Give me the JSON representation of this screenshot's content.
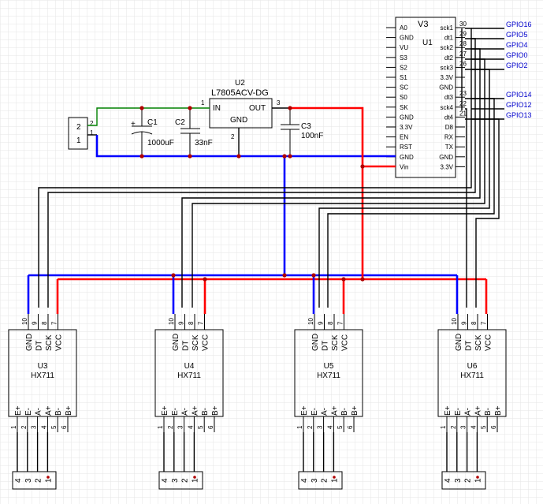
{
  "grid_color": "#e6e6e6",
  "wire_colors": {
    "gnd": "#0000ff",
    "vcc": "#ff0000",
    "signal": "#000000",
    "input": "#008000",
    "gpio_label": "#0000cc"
  },
  "u1": {
    "version": "V3",
    "ref": "U1",
    "left_pins": [
      "A0",
      "GND",
      "VU",
      "S3",
      "S2",
      "S1",
      "SC",
      "S0",
      "SK",
      "GND",
      "3.3V",
      "EN",
      "RST",
      "GND",
      "Vin"
    ],
    "right_pins": [
      "sck1",
      "dt1",
      "sck2",
      "dt2",
      "sck3",
      "3.3V",
      "GND",
      "dt3",
      "sck4",
      "dt4",
      "D8",
      "RX",
      "TX",
      "GND",
      "3.3V"
    ],
    "right_numbers": [
      "30",
      "29",
      "28",
      "27",
      "26",
      "",
      "",
      "23",
      "22",
      "21",
      "",
      "",
      "",
      "",
      ""
    ],
    "gpio_labels": [
      "GPIO16",
      "GPIO5",
      "GPIO4",
      "GPIO0",
      "GPIO2",
      "GPIO14",
      "GPIO12",
      "GPIO13"
    ]
  },
  "u2": {
    "ref": "U2",
    "part": "L7805ACV-DG",
    "pin_in": "IN",
    "pin_out": "OUT",
    "pin_gnd": "GND",
    "num_in": "1",
    "num_out": "3",
    "num_gnd": "2"
  },
  "c1": {
    "ref": "C1",
    "value": "1000uF",
    "polarity": "+"
  },
  "c2": {
    "ref": "C2",
    "value": "33nF"
  },
  "c3": {
    "ref": "C3",
    "value": "100nF"
  },
  "conn_power": {
    "pin_top": "2",
    "pin_bottom": "1",
    "num_top": "2",
    "num_bottom": "1"
  },
  "hx711_top_pins": [
    "GND",
    "DT",
    "SCK",
    "VCC"
  ],
  "hx711_top_numbers": [
    "10",
    "9",
    "8",
    "7"
  ],
  "hx711_bottom_pins": [
    "E+",
    "E-",
    "A-",
    "A+",
    "B-",
    "B+"
  ],
  "hx711_bottom_numbers": [
    "1",
    "2",
    "3",
    "4",
    "5",
    "6"
  ],
  "hx711_modules": [
    {
      "ref": "U3",
      "part": "HX711"
    },
    {
      "ref": "U4",
      "part": "HX711"
    },
    {
      "ref": "U5",
      "part": "HX711"
    },
    {
      "ref": "U6",
      "part": "HX711"
    }
  ],
  "load_connector_pins": [
    "4",
    "3",
    "2",
    "1"
  ]
}
